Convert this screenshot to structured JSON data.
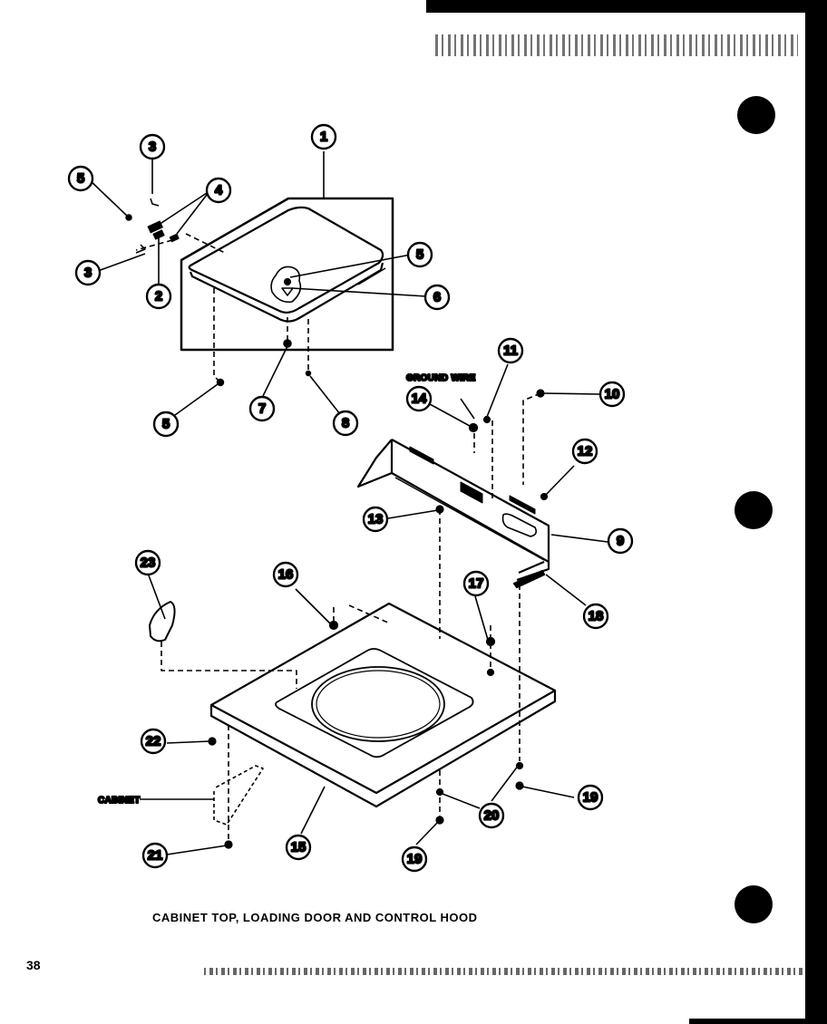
{
  "diagram": {
    "caption": "CABINET TOP, LOADING DOOR AND CONTROL HOOD",
    "page_number": "38",
    "labels": {
      "ground_wire": "GROUND WIRE",
      "cabinet": "CABINET"
    },
    "callouts": [
      {
        "id": "c1",
        "number": "1"
      },
      {
        "id": "c2",
        "number": "2"
      },
      {
        "id": "c3a",
        "number": "3"
      },
      {
        "id": "c3b",
        "number": "3"
      },
      {
        "id": "c4",
        "number": "4"
      },
      {
        "id": "c5a",
        "number": "5"
      },
      {
        "id": "c5b",
        "number": "5"
      },
      {
        "id": "c5c",
        "number": "5"
      },
      {
        "id": "c6",
        "number": "6"
      },
      {
        "id": "c7",
        "number": "7"
      },
      {
        "id": "c8",
        "number": "8"
      },
      {
        "id": "c9",
        "number": "9"
      },
      {
        "id": "c10",
        "number": "10"
      },
      {
        "id": "c11",
        "number": "11"
      },
      {
        "id": "c12",
        "number": "12"
      },
      {
        "id": "c13",
        "number": "13"
      },
      {
        "id": "c14",
        "number": "14"
      },
      {
        "id": "c15",
        "number": "15"
      },
      {
        "id": "c16",
        "number": "16"
      },
      {
        "id": "c17",
        "number": "17"
      },
      {
        "id": "c18",
        "number": "18"
      },
      {
        "id": "c19a",
        "number": "19"
      },
      {
        "id": "c19b",
        "number": "19"
      },
      {
        "id": "c20",
        "number": "20"
      },
      {
        "id": "c21",
        "number": "21"
      },
      {
        "id": "c22",
        "number": "22"
      },
      {
        "id": "c23",
        "number": "23"
      }
    ]
  }
}
